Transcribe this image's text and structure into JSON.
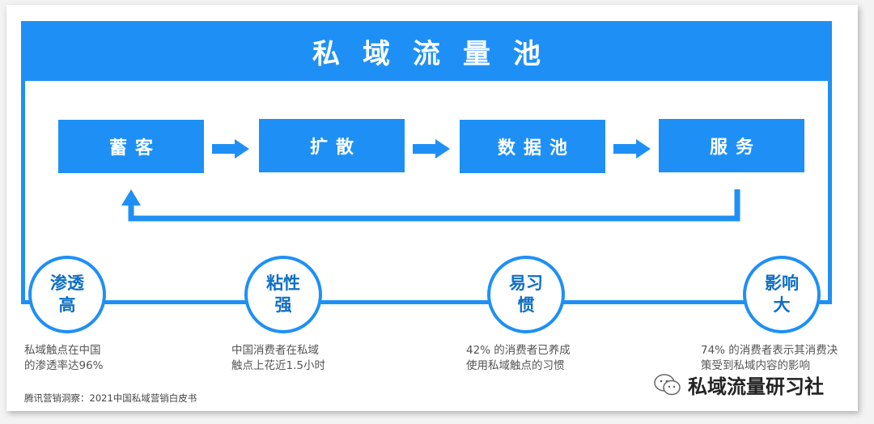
{
  "title": "私域流量池",
  "steps": [
    "蓄客",
    "扩散",
    "数据池",
    "服务"
  ],
  "metrics": [
    {
      "label_line1": "渗透",
      "label_line2": "高",
      "stat_line1": "私域触点在中国",
      "stat_line2": "的渗透率达96%"
    },
    {
      "label_line1": "粘性",
      "label_line2": "强",
      "stat_line1": "中国消费者在私域",
      "stat_line2": "触点上花近1.5小时"
    },
    {
      "label_line1": "易习",
      "label_line2": "惯",
      "stat_line1": "42% 的消费者已养成",
      "stat_line2": "使用私域触点的习惯"
    },
    {
      "label_line1": "影响",
      "label_line2": "大",
      "stat_line1": "74% 的消费者表示其消费决",
      "stat_line2": "策受到私域内容的影响"
    }
  ],
  "source": "腾讯营销洞察：2021中国私域营销白皮书",
  "brand": {
    "name": "私域流量研习社",
    "icon": "wechat-icon"
  },
  "colors": {
    "accent": "#1e90f5",
    "bubble_text": "#0f6fc6"
  }
}
